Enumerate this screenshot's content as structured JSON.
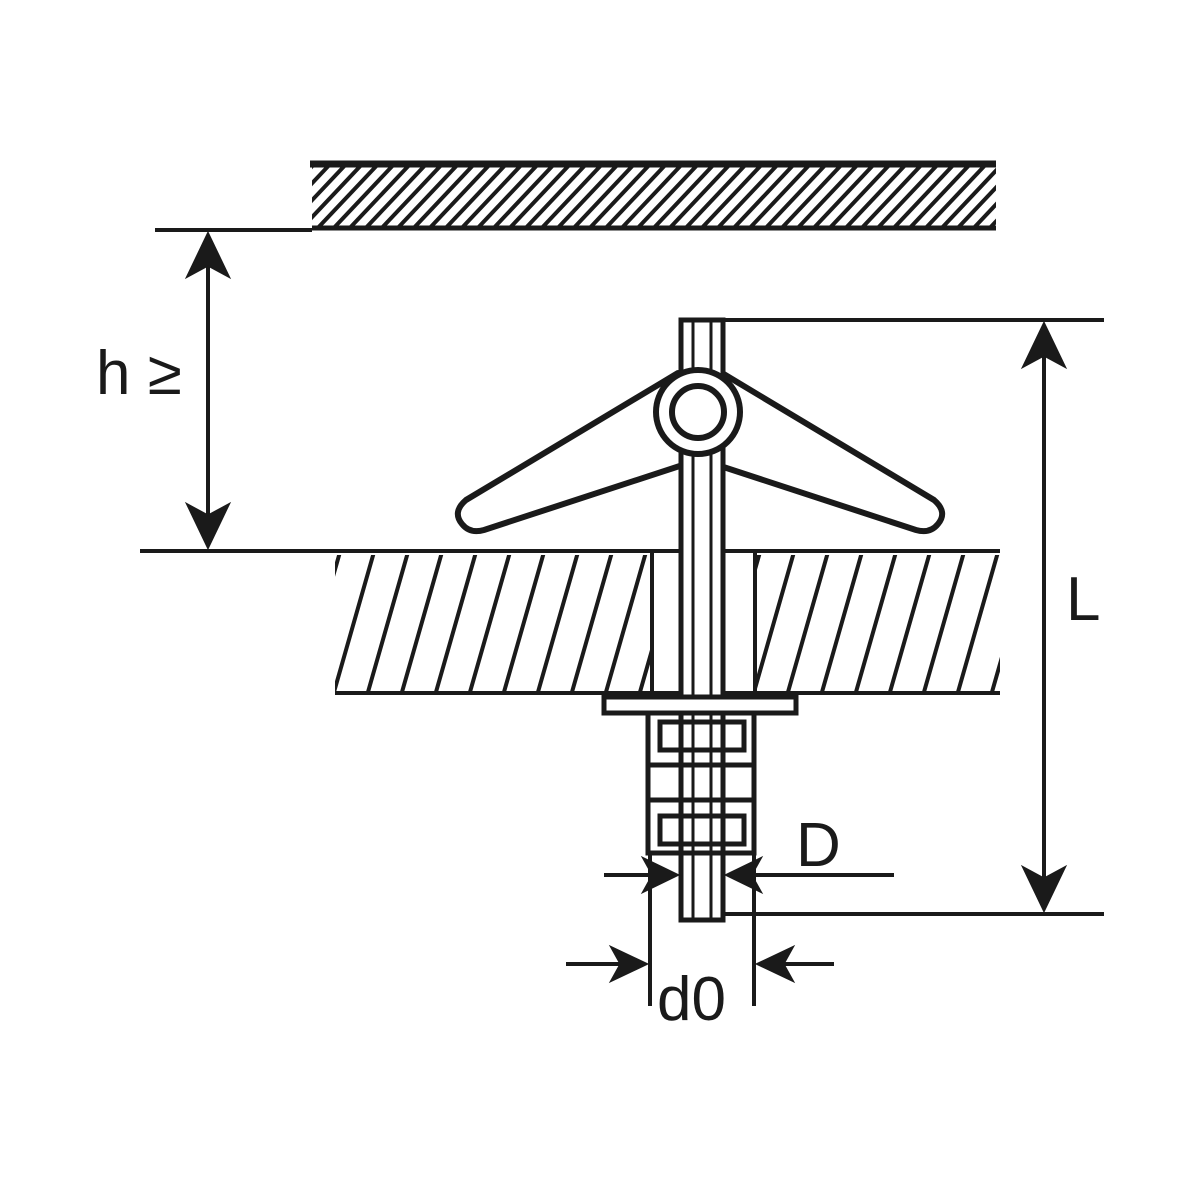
{
  "labels": {
    "h": "h ≥",
    "L": "L",
    "D": "D",
    "d0": "d0"
  },
  "colors": {
    "ink": "#1a1a1a",
    "background": "#ffffff"
  }
}
